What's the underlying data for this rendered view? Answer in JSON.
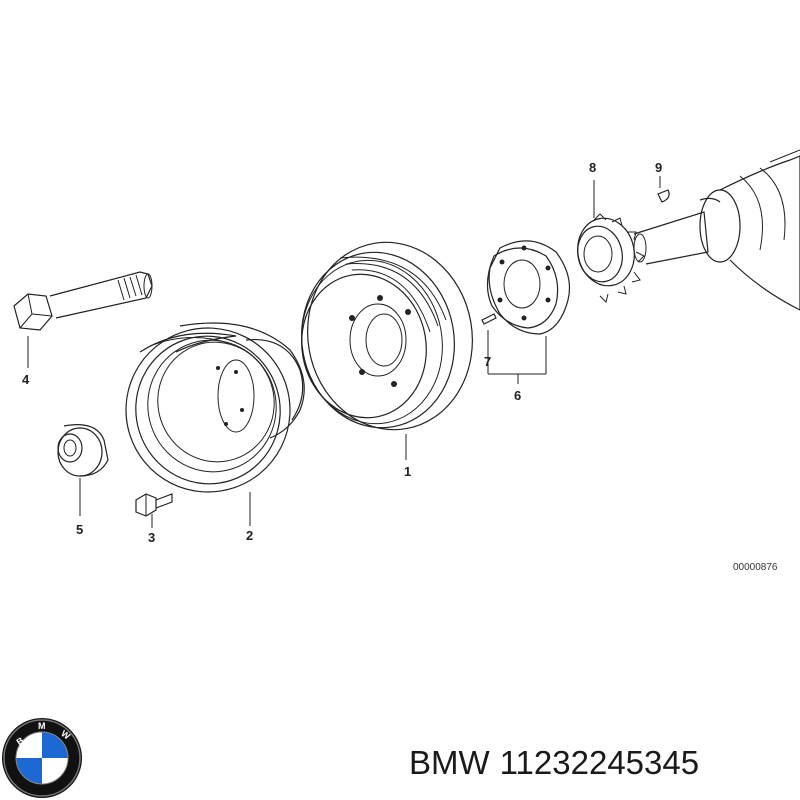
{
  "diagram": {
    "figure_id": "00000876",
    "callouts": {
      "part1": "1",
      "part2": "2",
      "part3": "3",
      "part4": "4",
      "part5": "5",
      "part6": "6",
      "part7": "7",
      "part8": "8",
      "part9": "9"
    }
  },
  "logo": {
    "brand_text": "BMW",
    "colors": {
      "blue": "#1c69d4",
      "ring": "#111111",
      "white": "#ffffff"
    }
  },
  "caption": {
    "brand": "BMW",
    "part_number": "11232245345"
  }
}
